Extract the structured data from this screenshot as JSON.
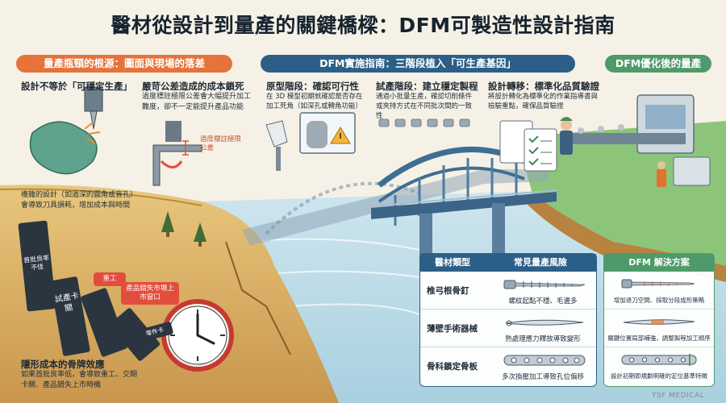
{
  "title": "醫材從設計到量產的關鍵橋樑：DFM可製造性設計指南",
  "left": {
    "banner": "量產瓶頸的根源：圖面與現場的落差",
    "s1_title": "設計不等於「可穩定生產」",
    "s2_title": "嚴苛公差造成的成本鎖死",
    "s2_text": "過度標註極限公差會大幅提升加工難度，卻不一定能提升產品功能",
    "s2_note": "過度標註極限公差",
    "s1_text": "複雜的設計（如過深的圓角或盲孔）會導致刀具損耗，增加成本與時間",
    "dominoes": [
      "首批良率不佳",
      "試產卡關",
      "重工",
      "產品錯失市場上市窗口",
      "零件卡"
    ],
    "domino_title": "隱形成本的骨牌效應",
    "domino_text": "如果首批良率低，會導致重工、交期卡關、產品錯失上市時機"
  },
  "mid": {
    "banner": "DFM實施指南：三階段植入「可生產基因」",
    "phases": [
      {
        "title": "原型階段：確認可行性",
        "text": "在 3D 模型初期就確認是否存在加工死角（如深孔或轉角功能）"
      },
      {
        "title": "試產階段：建立穩定製程",
        "text": "通過小批量生產，確認切削條件或夾持方式在不同批次間的一致性"
      },
      {
        "title": "設計轉移：標準化品質驗證",
        "text": "將設計轉化為標準化的作業指導書與檢驗重點，確保品質驗證"
      }
    ]
  },
  "right": {
    "banner": "DFM優化後的量產"
  },
  "table": {
    "headers": [
      "醫材類型",
      "常見量產風險"
    ],
    "rows": [
      {
        "type": "椎弓根骨釘",
        "risk": "螺紋起點不穩、毛邊多"
      },
      {
        "type": "薄壁手術器械",
        "risk": "熱處理應力釋放導致變形"
      },
      {
        "type": "骨科鎖定骨板",
        "risk": "多次換壓加工導致孔位偏移"
      }
    ]
  },
  "dfm": {
    "header": "DFM 解決方案",
    "items": [
      "增加退刀空間、採取分段成形策略",
      "關鍵位置局部補強，調整製程加工順序",
      "設計初期即規劃明確的定位基準特徵"
    ]
  },
  "watermark": "YSF MEDICAL",
  "colors": {
    "orange": "#e5733a",
    "blue": "#2c5f88",
    "green": "#4f9a6a",
    "red": "#e24d3d"
  }
}
